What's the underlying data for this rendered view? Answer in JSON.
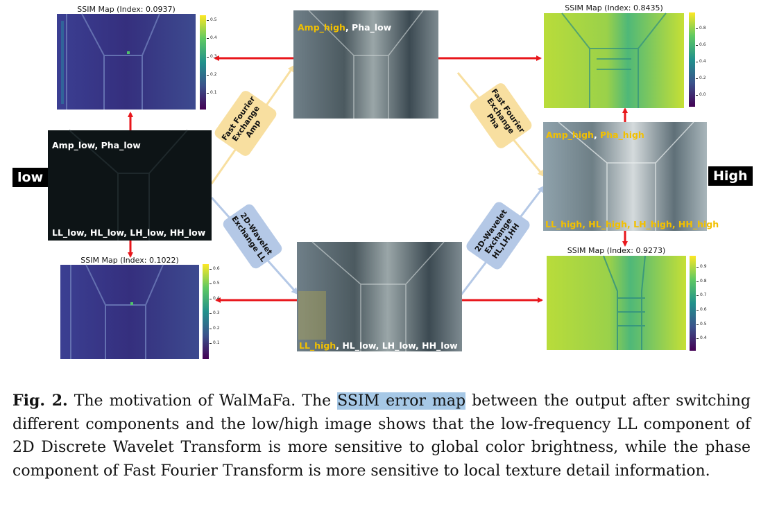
{
  "figure": {
    "side_labels": {
      "low": "low",
      "high": "High"
    },
    "images": {
      "low": {
        "top_label_plain": "Amp_low, Pha_low",
        "bottom_label_plain": "LL_low, HL_low, LH_low, HH_low"
      },
      "amp_swap": {
        "label_hl": "Amp_high",
        "label_sep": ", ",
        "label_rest": "Pha_low"
      },
      "ll_swap": {
        "label_hl": "LL_high",
        "label_rest": ", HL_low, LH_low, HH_low"
      },
      "high": {
        "top_hl1": "Amp_high",
        "top_sep": ", ",
        "top_hl2": "Pha_high",
        "bottom_hl": "LL_high, HL_high, LH_high, HH_high"
      }
    },
    "ops": {
      "fft_amp": [
        "Fast Fourier",
        "Exchange",
        "Amp"
      ],
      "fft_pha": [
        "Fast Fourier",
        "Exchange",
        "Pha"
      ],
      "dwt_ll": [
        "2D-Wavelet",
        "Exchange LL"
      ],
      "dwt_hf": [
        "2D-Wavelet",
        "Exchange",
        "HL,LH,HH"
      ]
    },
    "ssim_maps": {
      "top_left": {
        "title": "SSIM Map (Index: 0.0937)",
        "ticks": [
          "0.5",
          "0.4",
          "0.3",
          "0.2",
          "0.1"
        ]
      },
      "bottom_left": {
        "title": "SSIM Map (Index: 0.1022)",
        "ticks": [
          "0.6",
          "0.5",
          "0.4",
          "0.3",
          "0.2",
          "0.1"
        ]
      },
      "top_right": {
        "title": "SSIM Map (Index: 0.8435)",
        "ticks": [
          "0.8",
          "0.6",
          "0.4",
          "0.2",
          "0.0"
        ]
      },
      "bottom_right": {
        "title": "SSIM Map (Index: 0.9273)",
        "ticks": [
          "0.9",
          "0.8",
          "0.7",
          "0.6",
          "0.5",
          "0.4"
        ]
      }
    },
    "colors": {
      "arrow": "#e8161b",
      "fft_box": "#f8dfa0",
      "dwt_box": "#b4c8e6",
      "highlight": "#f2c000"
    }
  },
  "caption": {
    "fig_label": "Fig. 2.",
    "pre": " The motivation of WalMaFa. The ",
    "marked": "SSIM error map",
    "post": " between the output after switching different components and the low/high image shows that the low-frequency LL component of 2D Discrete Wavelet Transform is more sensitive to global color brightness, while the phase component of Fast Fourier Transform is more sensitive to local texture detail information."
  }
}
